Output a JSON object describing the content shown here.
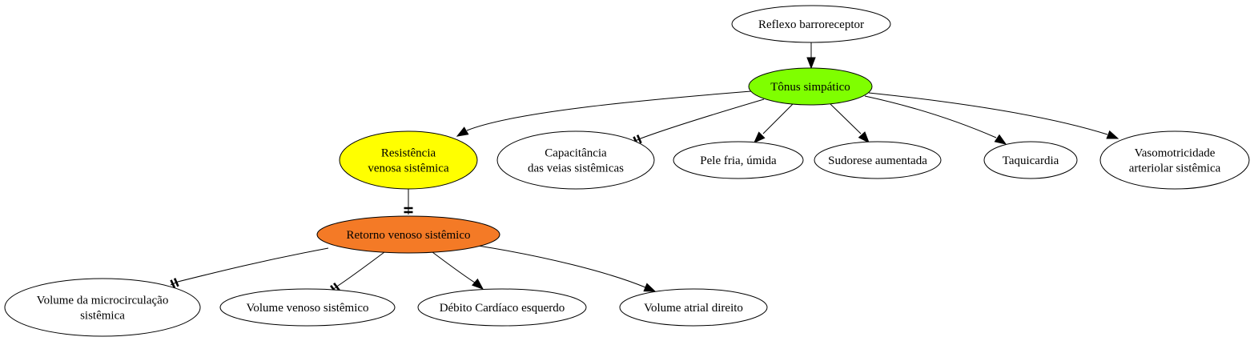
{
  "nodes": {
    "reflexo": {
      "label": "Reflexo barroreceptor",
      "fill": "#ffffff"
    },
    "tonus": {
      "label": "Tônus simpático",
      "fill": "#7fff00"
    },
    "resistencia": {
      "label": "Resistência\nvenosa sistêmica",
      "fill": "#ffff00"
    },
    "capacitancia": {
      "label": "Capacitância\ndas veias sistêmicas",
      "fill": "#ffffff"
    },
    "pele": {
      "label": "Pele fria, úmida",
      "fill": "#ffffff"
    },
    "sudorese": {
      "label": "Sudorese aumentada",
      "fill": "#ffffff"
    },
    "taquicardia": {
      "label": "Taquicardia",
      "fill": "#ffffff"
    },
    "vasomotricidade": {
      "label": "Vasomotricidade\narteriolar sistêmica",
      "fill": "#ffffff"
    },
    "retorno": {
      "label": "Retorno venoso sistêmico",
      "fill": "#f47a26"
    },
    "volmicro": {
      "label": "Volume da microcirculação\nsistêmica",
      "fill": "#ffffff"
    },
    "volvenoso": {
      "label": "Volume venoso sistêmico",
      "fill": "#ffffff"
    },
    "debito": {
      "label": "Débito Cardíaco esquerdo",
      "fill": "#ffffff"
    },
    "volatrial": {
      "label": "Volume atrial direito",
      "fill": "#ffffff"
    }
  },
  "edges": [
    {
      "from": "reflexo",
      "to": "tonus",
      "effect": "increase"
    },
    {
      "from": "tonus",
      "to": "resistencia",
      "effect": "increase"
    },
    {
      "from": "tonus",
      "to": "capacitancia",
      "effect": "decrease"
    },
    {
      "from": "tonus",
      "to": "pele",
      "effect": "increase"
    },
    {
      "from": "tonus",
      "to": "sudorese",
      "effect": "increase"
    },
    {
      "from": "tonus",
      "to": "taquicardia",
      "effect": "increase"
    },
    {
      "from": "tonus",
      "to": "vasomotricidade",
      "effect": "increase"
    },
    {
      "from": "resistencia",
      "to": "retorno",
      "effect": "decrease"
    },
    {
      "from": "retorno",
      "to": "volmicro",
      "effect": "decrease"
    },
    {
      "from": "retorno",
      "to": "volvenoso",
      "effect": "decrease"
    },
    {
      "from": "retorno",
      "to": "debito",
      "effect": "increase"
    },
    {
      "from": "retorno",
      "to": "volatrial",
      "effect": "increase"
    }
  ]
}
